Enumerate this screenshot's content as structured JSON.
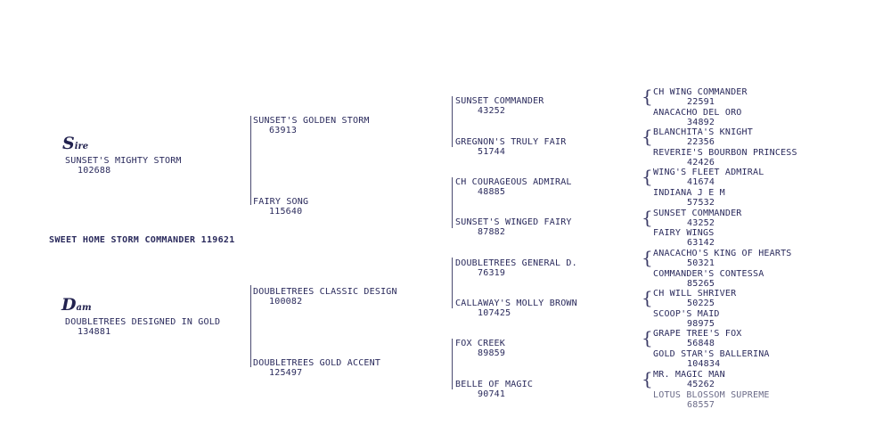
{
  "subject": "SWEET HOME STORM COMMANDER 119621",
  "roles": {
    "sire": {
      "initial": "S",
      "rest": "ire"
    },
    "dam": {
      "initial": "D",
      "rest": "am"
    }
  },
  "gen1": [
    {
      "name": "SUNSET'S MIGHTY STORM",
      "reg": "102688"
    },
    {
      "name": "DOUBLETREES DESIGNED IN GOLD",
      "reg": "134881"
    }
  ],
  "gen2": [
    {
      "name": "SUNSET'S GOLDEN STORM",
      "reg": "63913"
    },
    {
      "name": "FAIRY SONG",
      "reg": "115640"
    },
    {
      "name": "DOUBLETREES CLASSIC DESIGN",
      "reg": "100082"
    },
    {
      "name": "DOUBLETREES GOLD ACCENT",
      "reg": "125497"
    }
  ],
  "gen3": [
    {
      "name": "SUNSET COMMANDER",
      "reg": "43252"
    },
    {
      "name": "GREGNON'S TRULY FAIR",
      "reg": "51744"
    },
    {
      "name": "CH COURAGEOUS ADMIRAL",
      "reg": "48885"
    },
    {
      "name": "SUNSET'S WINGED FAIRY",
      "reg": "87882"
    },
    {
      "name": "DOUBLETREES GENERAL D.",
      "reg": "76319"
    },
    {
      "name": "CALLAWAY'S MOLLY BROWN",
      "reg": "107425"
    },
    {
      "name": "FOX CREEK",
      "reg": "89859"
    },
    {
      "name": "BELLE OF MAGIC",
      "reg": "90741"
    }
  ],
  "gen4": [
    {
      "name": "CH WING COMMANDER",
      "reg": "22591"
    },
    {
      "name": "ANACACHO DEL ORO",
      "reg": "34892"
    },
    {
      "name": "BLANCHITA'S KNIGHT",
      "reg": "22356"
    },
    {
      "name": "REVERIE'S BOURBON PRINCESS",
      "reg": "42426"
    },
    {
      "name": "WING'S FLEET ADMIRAL",
      "reg": "41674"
    },
    {
      "name": "INDIANA J E M",
      "reg": "57532"
    },
    {
      "name": "SUNSET COMMANDER",
      "reg": "43252"
    },
    {
      "name": "FAIRY WINGS",
      "reg": "63142"
    },
    {
      "name": "ANACACHO'S KING OF HEARTS",
      "reg": "50321"
    },
    {
      "name": "COMMANDER'S CONTESSA",
      "reg": "85265"
    },
    {
      "name": "CH WILL SHRIVER",
      "reg": "50225"
    },
    {
      "name": "SCOOP'S MAID",
      "reg": "98975"
    },
    {
      "name": "GRAPE TREE'S FOX",
      "reg": "56848"
    },
    {
      "name": "GOLD STAR'S BALLERINA",
      "reg": "104834"
    },
    {
      "name": "MR. MAGIC MAN",
      "reg": "45262"
    },
    {
      "name": "LOTUS BLOSSOM SUPREME",
      "reg": "68557"
    }
  ]
}
